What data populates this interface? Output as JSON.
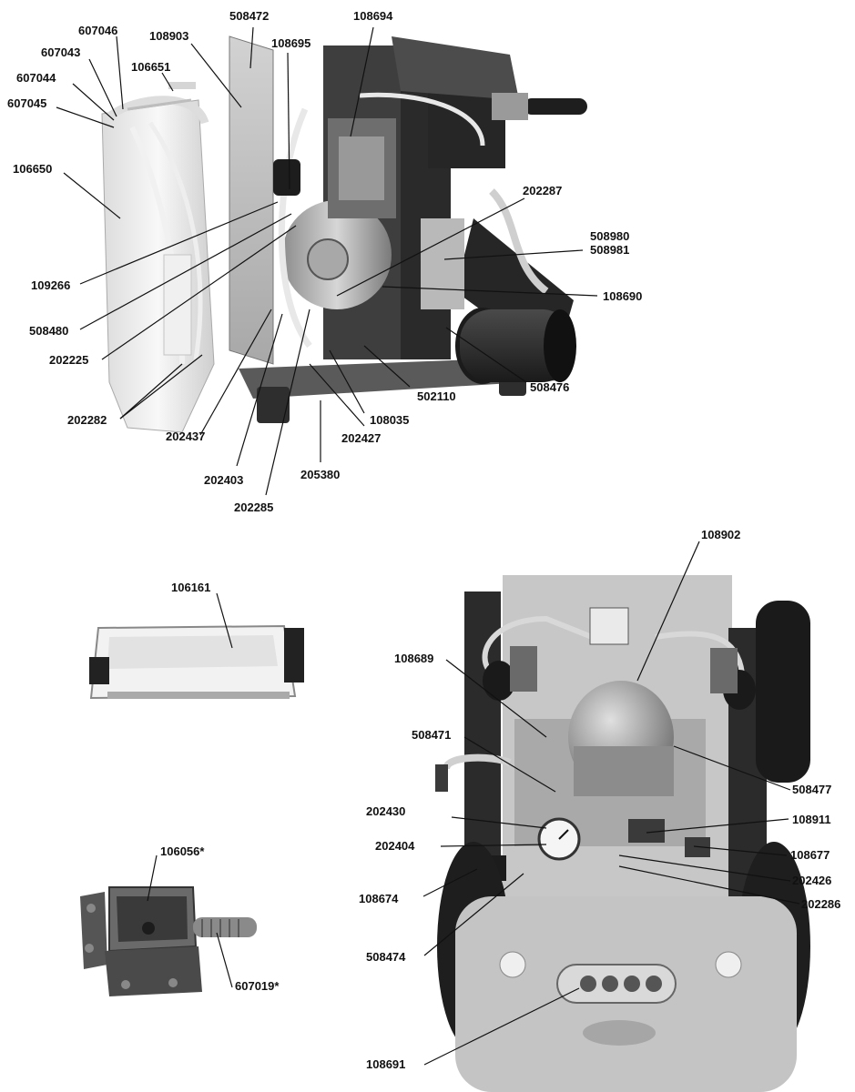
{
  "labels": {
    "p607046": "607046",
    "p607043": "607043",
    "p607044": "607044",
    "p607045": "607045",
    "p106651": "106651",
    "p108903": "108903",
    "p508472": "508472",
    "p108694": "108694",
    "p108695": "108695",
    "p106650": "106650",
    "p109266": "109266",
    "p508480": "508480",
    "p202225": "202225",
    "p202282": "202282",
    "p202437": "202437",
    "p202403": "202403",
    "p202285": "202285",
    "p205380": "205380",
    "p202427": "202427",
    "p108035": "108035",
    "p502110": "502110",
    "p508476": "508476",
    "p108690": "108690",
    "p508980": "508980",
    "p508981": "508981",
    "p202287": "202287",
    "p106161": "106161",
    "p106056": "106056*",
    "p607019": "607019*",
    "p108902": "108902",
    "p108689": "108689",
    "p508471": "508471",
    "p508477": "508477",
    "p202430": "202430",
    "p108911": "108911",
    "p202404": "202404",
    "p108677": "108677",
    "p108674": "108674",
    "p202426": "202426",
    "p202286": "202286",
    "p508474": "508474",
    "p108691": "108691"
  },
  "colors": {
    "label": "#111111",
    "metal_light": "#cfcfcf",
    "metal_mid": "#9a9a9a",
    "metal_dark": "#3a3a3a",
    "tank": "#ececec"
  }
}
